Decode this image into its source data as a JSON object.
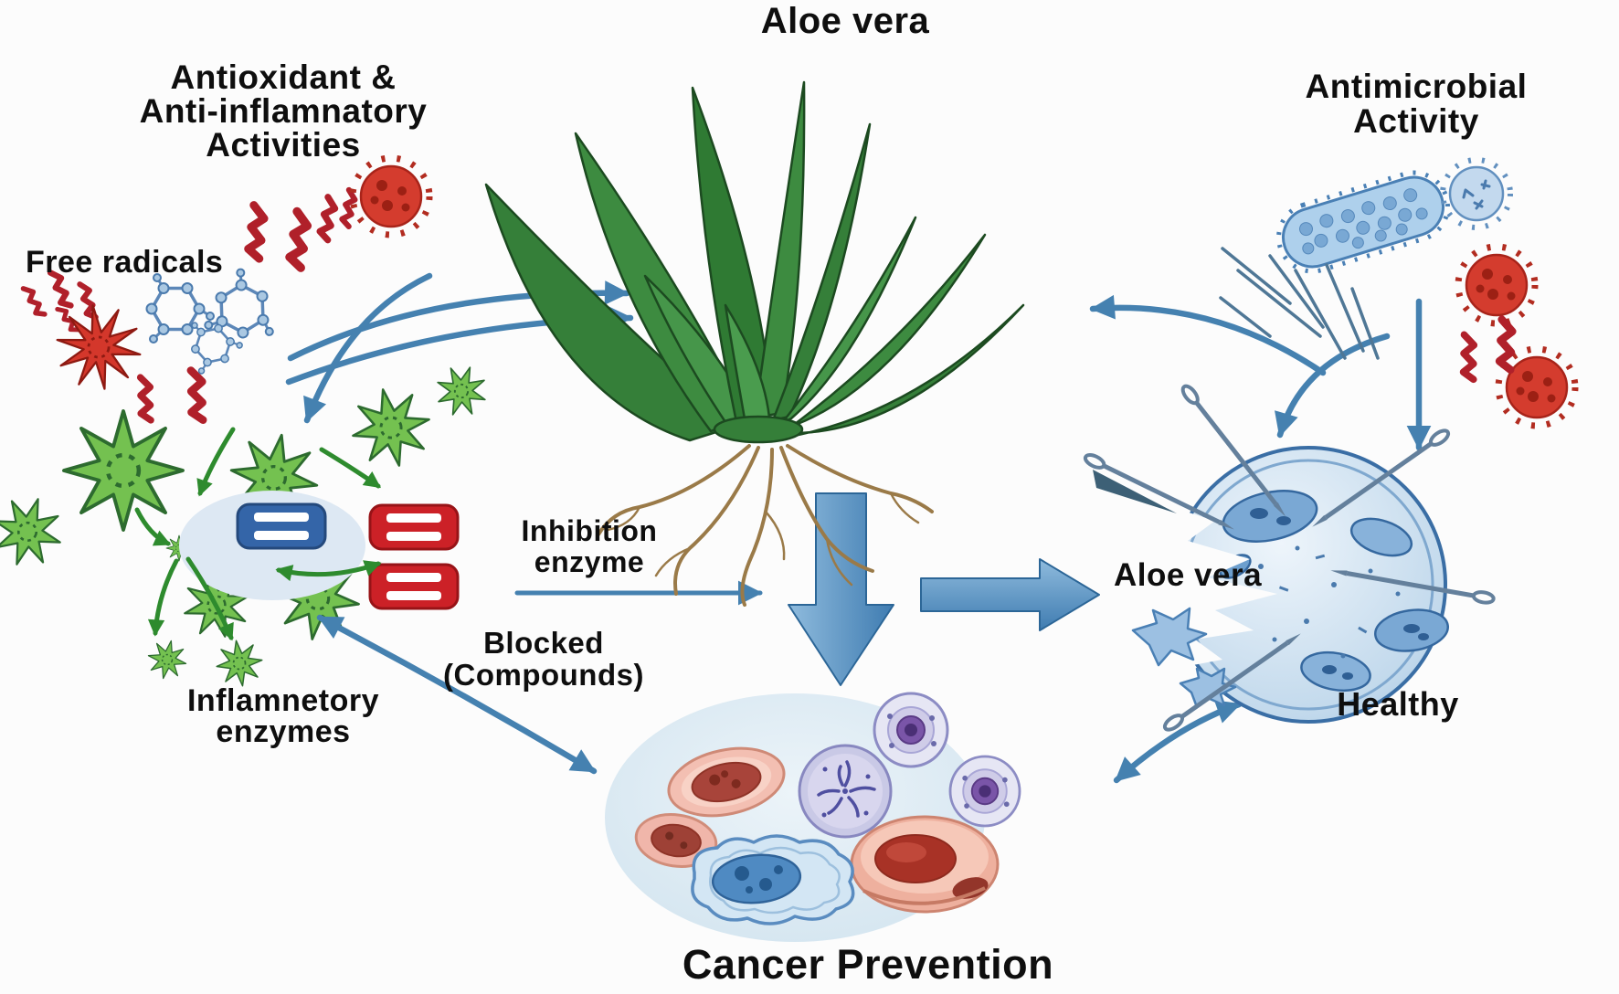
{
  "title": "Aloe vera",
  "labels": {
    "antioxidant_heading": "Antioxidant &\nAnti-inflamnatory\nActivities",
    "free_radicals": "Free radicals",
    "inhibition_enzyme": "Inhibition\nenzyme",
    "blocked_compounds": "Blocked\n(Compounds)",
    "inflammatory_enzymes": "Inflamnetory\nenzymes",
    "antimicrobial_heading": "Antimicrobial\nActivity",
    "aloe_vera_effect": "Aloe vera",
    "healthy": "Healthy",
    "cancer_prevention": "Cancer Prevention"
  },
  "illustrations": {
    "aloe-plant-icon": "green aloe vera plant with roots",
    "free-radical-star-icon": "red jagged starburst",
    "radical-zigzag-icon": "red zigzag bolt",
    "molecule-icon": "blue ball-and-stick molecule ring",
    "green-radical-star-icon": "green 8-point burst with dotted core",
    "enzyme-block-icon": "rounded block with two white bars",
    "red-virus-icon": "red spiked virus ball",
    "blue-virus-icon": "blue spiked microbe ball",
    "bacterium-icon": "blue rod bacterium with dots",
    "needle-icon": "aloe needle with eye piercing cell",
    "healthy-cell-icon": "blue cell with bitten jagged edge",
    "cancer-cells-icon": "cluster of red, purple and blue cells"
  },
  "colors": {
    "arrow_blue": "#4581b0",
    "thick_arrow_light": "#8fbbdd",
    "thick_arrow_dark": "#3f7cb1",
    "leaf_green": "#3d8b40",
    "root_tan": "#9a7a48",
    "radical_red": "#c62b22",
    "star_green": "#74c150",
    "arrow_green": "#2e8b2e",
    "enzyme_blue": "#3465a8",
    "enzyme_red": "#cc2127",
    "cell_blue": "#b5d0e8",
    "cell_outline": "#3a6ea5",
    "cancer_bg": "#d9e8f2",
    "text": "#0e0e0e"
  }
}
